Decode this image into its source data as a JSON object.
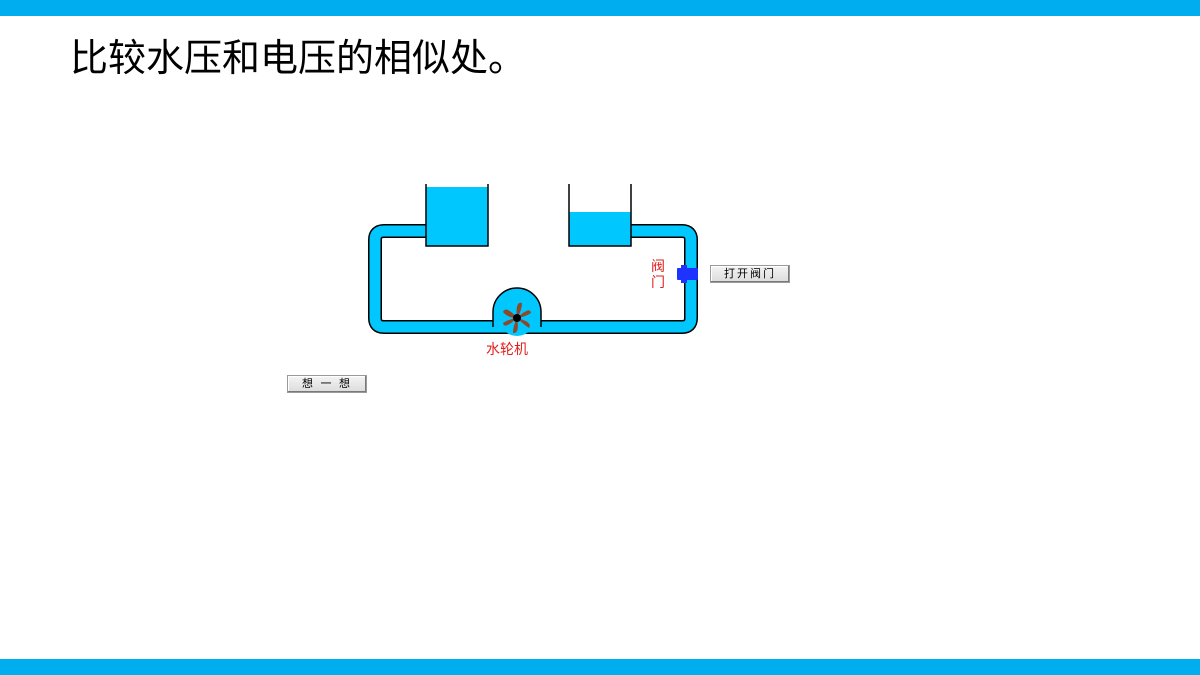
{
  "page": {
    "title": "比较水压和电压的相似处。"
  },
  "diagram": {
    "valve_label": "阀\n门",
    "turbine_label": "水轮机",
    "water_color": "#00c8ff",
    "pipe_outline_color": "#000000",
    "valve_color": "#1e33ff",
    "label_color": "#e0201c"
  },
  "buttons": {
    "open_valve": "打开阀门",
    "think": "想 一 想"
  },
  "theme": {
    "accent": "#00aeef"
  }
}
